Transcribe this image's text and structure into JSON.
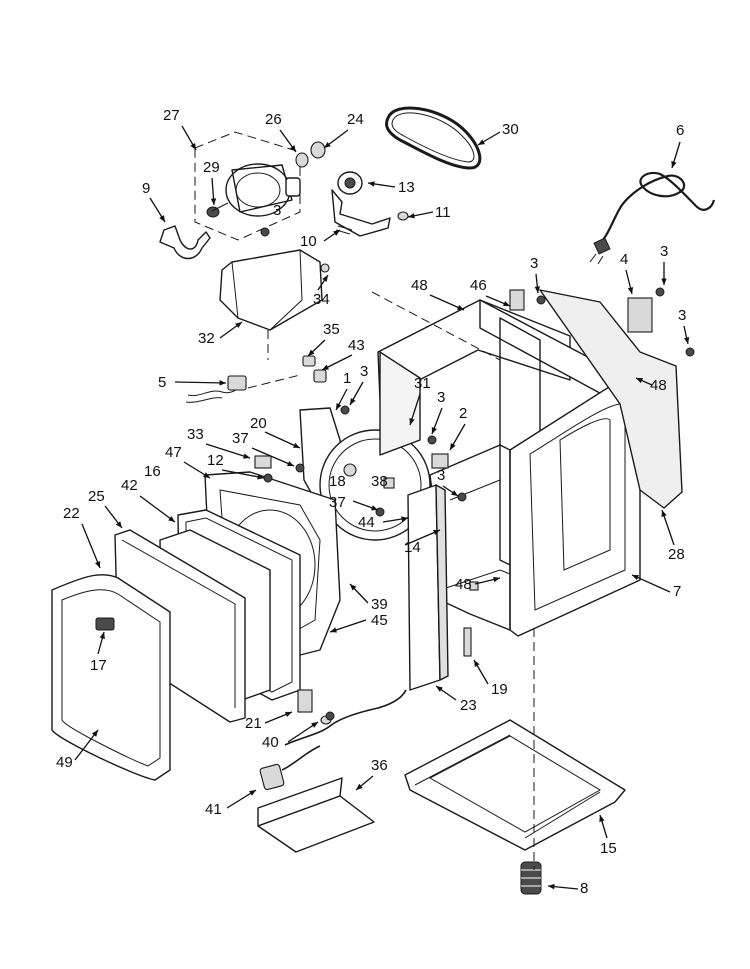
{
  "callouts": [
    {
      "label": "27"
    },
    {
      "label": "26"
    },
    {
      "label": "24"
    },
    {
      "label": "30"
    },
    {
      "label": "6"
    },
    {
      "label": "29"
    },
    {
      "label": "9"
    },
    {
      "label": "13"
    },
    {
      "label": "3"
    },
    {
      "label": "11"
    },
    {
      "label": "10"
    },
    {
      "label": "34"
    },
    {
      "label": "32"
    },
    {
      "label": "48"
    },
    {
      "label": "46"
    },
    {
      "label": "3"
    },
    {
      "label": "4"
    },
    {
      "label": "3"
    },
    {
      "label": "3"
    },
    {
      "label": "35"
    },
    {
      "label": "43"
    },
    {
      "label": "5"
    },
    {
      "label": "1"
    },
    {
      "label": "3"
    },
    {
      "label": "31"
    },
    {
      "label": "3"
    },
    {
      "label": "2"
    },
    {
      "label": "48"
    },
    {
      "label": "20"
    },
    {
      "label": "33"
    },
    {
      "label": "37"
    },
    {
      "label": "47"
    },
    {
      "label": "12"
    },
    {
      "label": "16"
    },
    {
      "label": "18"
    },
    {
      "label": "38"
    },
    {
      "label": "3"
    },
    {
      "label": "42"
    },
    {
      "label": "25"
    },
    {
      "label": "37"
    },
    {
      "label": "44"
    },
    {
      "label": "22"
    },
    {
      "label": "14"
    },
    {
      "label": "28"
    },
    {
      "label": "7"
    },
    {
      "label": "48"
    },
    {
      "label": "39"
    },
    {
      "label": "45"
    },
    {
      "label": "17"
    },
    {
      "label": "19"
    },
    {
      "label": "23"
    },
    {
      "label": "21"
    },
    {
      "label": "40"
    },
    {
      "label": "49"
    },
    {
      "label": "36"
    },
    {
      "label": "41"
    },
    {
      "label": "15"
    },
    {
      "label": "8"
    }
  ]
}
